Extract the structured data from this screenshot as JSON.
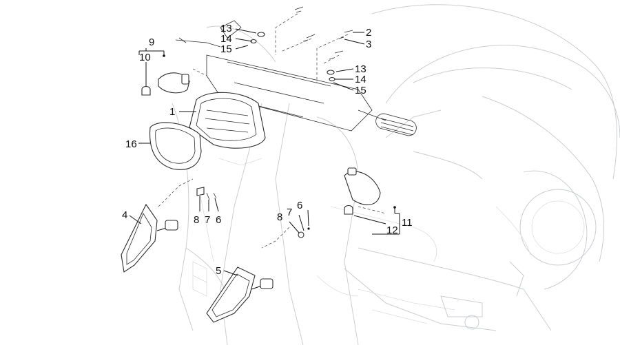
{
  "diagram": {
    "callouts": {
      "c1": "1",
      "c2": "2",
      "c3": "3",
      "c4": "4",
      "c5": "5",
      "c6a": "6",
      "c6b": "6",
      "c7a": "7",
      "c7b": "7",
      "c8a": "8",
      "c8b": "8",
      "c9": "9",
      "c10": "10",
      "c11": "11",
      "c12": "12",
      "c13a": "13",
      "c13b": "13",
      "c14a": "14",
      "c14b": "14",
      "c15a": "15",
      "c15b": "15",
      "c16": "16"
    },
    "colors": {
      "ink": "#111111",
      "ghost_outline": "#c9cdd3",
      "background": "#ffffff"
    }
  }
}
